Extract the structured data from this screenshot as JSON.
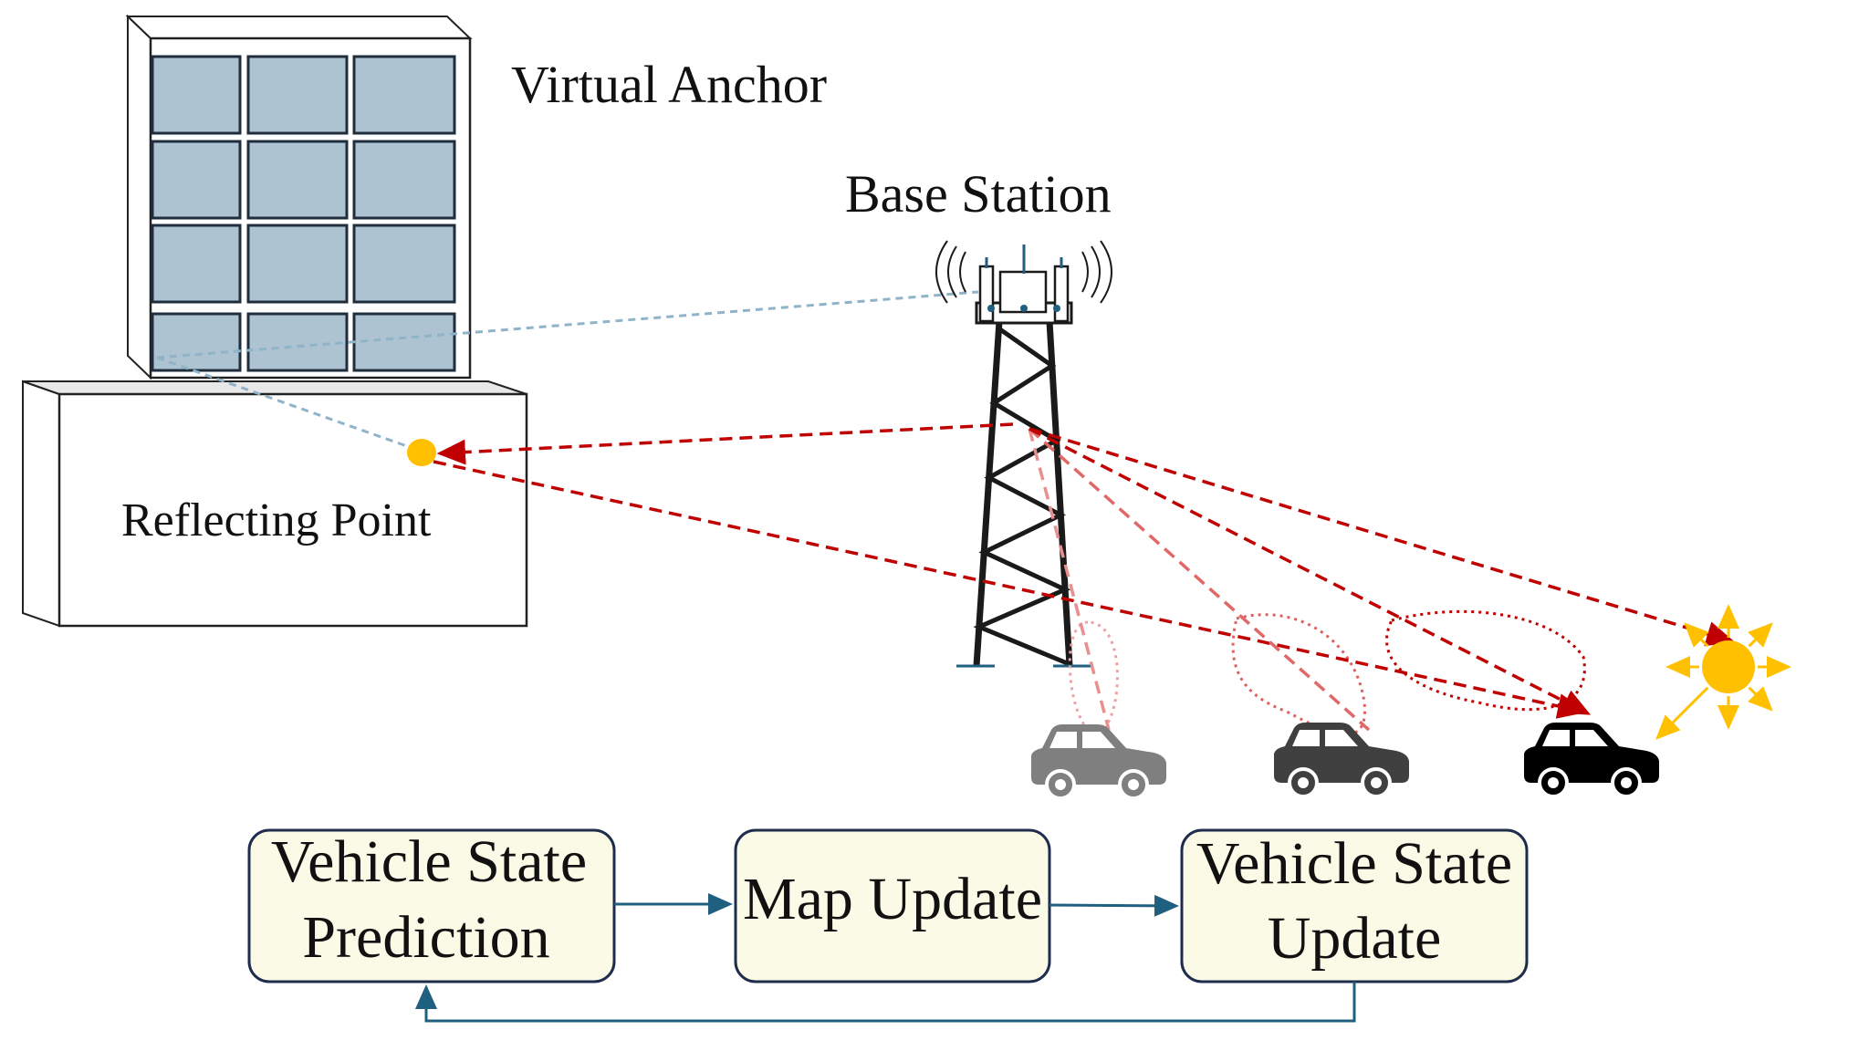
{
  "labels": {
    "virtual_anchor": "Virtual Anchor",
    "base_station": "Base Station",
    "reflecting_point": "Reflecting Point"
  },
  "flow": {
    "prediction": {
      "line1": "Vehicle State",
      "line2": "Prediction"
    },
    "map_update": {
      "line1": "Map Update"
    },
    "state_update": {
      "line1": "Vehicle State",
      "line2": "Update"
    }
  },
  "colors": {
    "signal_path": "#c00000",
    "virtual_path": "#8fb3c8",
    "flow_arrow": "#1f5f7f",
    "box_fill": "#fafae6",
    "box_stroke": "#1f2d4d",
    "window_fill": "#adc3d1",
    "sun": "#ffc000",
    "point": "#ffc000"
  },
  "vehicles": [
    {
      "name": "vehicle-1",
      "color": "#7f7f7f"
    },
    {
      "name": "vehicle-2",
      "color": "#404040"
    },
    {
      "name": "vehicle-3",
      "color": "#000000"
    }
  ]
}
